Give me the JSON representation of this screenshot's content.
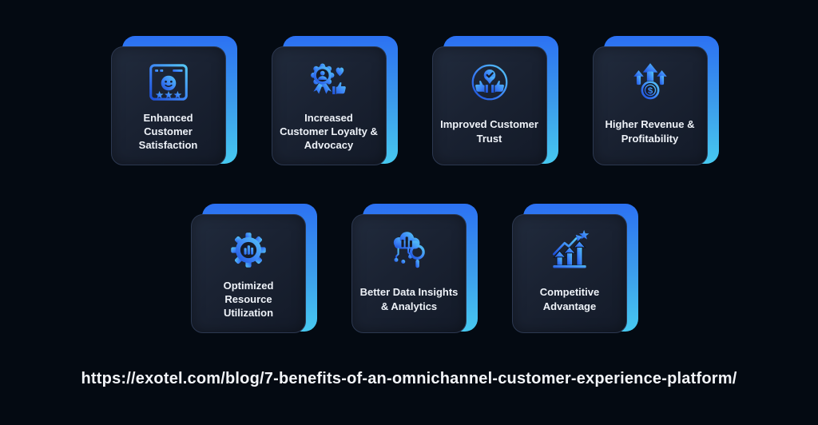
{
  "cards": [
    {
      "label": "Enhanced\nCustomer\nSatisfaction",
      "icon": "browser-smiley-stars-icon"
    },
    {
      "label": "Increased\nCustomer Loyalty &\nAdvocacy",
      "icon": "badge-heart-thumbs-icon"
    },
    {
      "label": "Improved Customer\nTrust",
      "icon": "trust-check-thumbs-icon"
    },
    {
      "label": "Higher Revenue &\nProfitability",
      "icon": "arrows-up-coin-icon"
    },
    {
      "label": "Optimized\nResource\nUtilization",
      "icon": "gear-chart-icon"
    },
    {
      "label": "Better Data Insights\n& Analytics",
      "icon": "cloud-analytics-magnifier-icon"
    },
    {
      "label": "Competitive\nAdvantage",
      "icon": "growth-arrows-star-icon"
    }
  ],
  "footer": {
    "url": "https://exotel.com/blog/7-benefits-of-an-omnichannel-customer-experience-platform/"
  },
  "colors": {
    "background": "#040a12",
    "card_front": "#1a2232",
    "accent_blue": "#2b6ff3",
    "accent_cyan": "#47c9f0",
    "text": "#eef2f8"
  }
}
